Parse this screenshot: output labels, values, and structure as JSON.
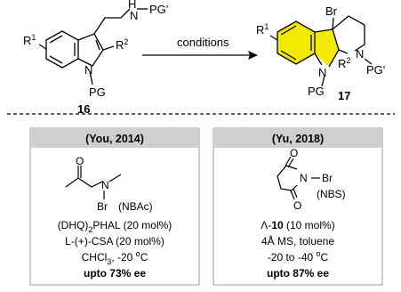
{
  "scheme": {
    "reactant": {
      "r1": "R",
      "r1_sup": "1",
      "r2": "R",
      "r2_sup": "2",
      "n_pg": "N",
      "pg": "PG",
      "amine_h": "H",
      "amine_n": "N",
      "amine_pg": "PG'",
      "number": "16"
    },
    "arrow_label": "conditions",
    "product": {
      "r1": "R",
      "r1_sup": "1",
      "br": "Br",
      "n1": "N",
      "pg": "PG",
      "r2": "R",
      "r2_sup": "2",
      "n2": "N",
      "pg2": "PG'",
      "number": "17"
    },
    "highlight_color": "#f2ea00"
  },
  "panels": [
    {
      "header": "(You, 2014)",
      "reagent_atoms": {
        "o": "O",
        "n": "N",
        "br": "Br"
      },
      "reagent_label": "(NBAc)",
      "conditions": [
        {
          "prefix": "(DHQ)",
          "sub": "2",
          "suffix": "PHAL (20 mol%)"
        },
        {
          "text": "L-(+)-CSA (20 mol%)"
        },
        {
          "prefix": "CHCl",
          "sub": "3",
          "suffix": ", -20 ",
          "sup": "o",
          "tail": "C"
        }
      ],
      "result": "upto 73% ee"
    },
    {
      "header": "(Yu, 2018)",
      "reagent_atoms": {
        "o1": "O",
        "o2": "O",
        "n": "N",
        "br": "Br"
      },
      "reagent_label": "(NBS)",
      "conditions": [
        {
          "prefix": "Λ-",
          "bold": "10",
          "suffix": " (10 mol%)"
        },
        {
          "text": "4Å MS, toluene"
        },
        {
          "prefix": "-20 to -40 ",
          "sup": "o",
          "tail": "C"
        }
      ],
      "result": "upto 87% ee"
    }
  ],
  "colors": {
    "header_bg": "#cfcfcf",
    "border": "#9a9a9a",
    "line": "#000000"
  }
}
